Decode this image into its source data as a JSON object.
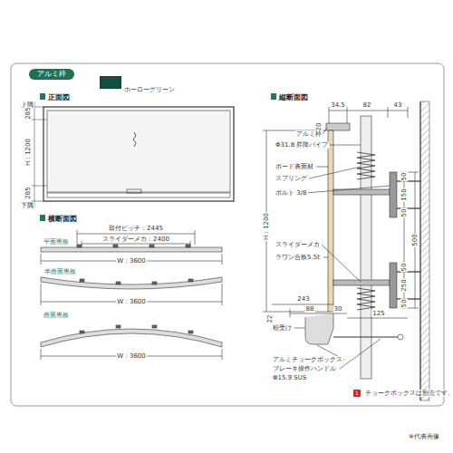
{
  "diagram": {
    "nodes": [
      {
        "text": [
          "アルミ枠"
        ]
      },
      {
        "text": [
          "1"
        ]
      }
    ],
    "labels": [
      "正面図",
      "上隅",
      "285",
      "H : 1200",
      "285",
      "下隅",
      "横断面図",
      "取付ピッチ：2445",
      "スライダーメカ：2400",
      "平面黒板",
      "W : 3600",
      "半曲面黒板",
      "W : 3600",
      "曲面黒板",
      "W : 3600",
      "縦断面図",
      "34.5",
      "82",
      "43",
      "20",
      "アルミ枠",
      "Φ31.8 昇降パイプ",
      "ボード表面材",
      "スプリング",
      "ボルト 3/8",
      "50",
      "150",
      "50",
      "500",
      "50",
      "250",
      "50",
      "H : 1200",
      "スライダーメカ",
      "ラワン合板5.5t",
      "243",
      "88",
      "30",
      "125",
      "22",
      "粉受け",
      "アルミチョークボックス",
      "ブレーキ操作ハンドル",
      "Φ15.9 SUS",
      "チョークボックスは別売です。",
      "※代表画像"
    ],
    "legend": [
      {
        "text": "ホーローグリーン",
        "color": "#0d4f41"
      }
    ]
  }
}
